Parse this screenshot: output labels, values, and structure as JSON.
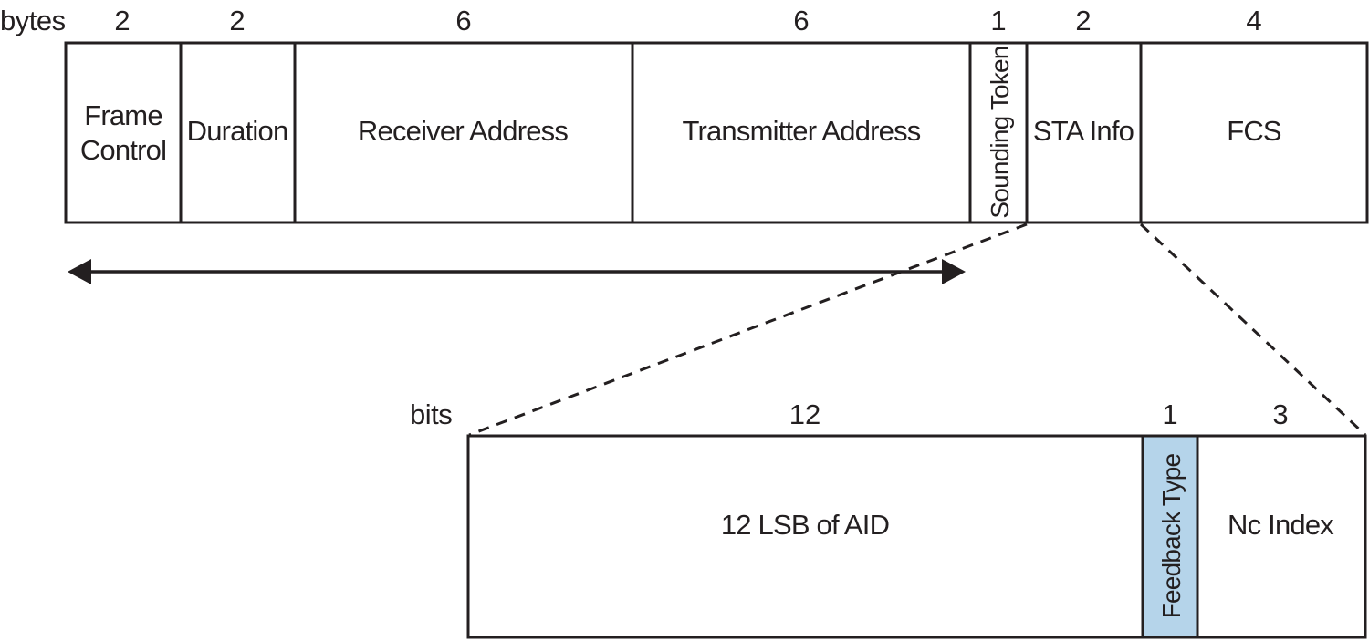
{
  "frame": {
    "unit": "bytes",
    "fields": [
      {
        "size": "2",
        "label_lines": [
          "Frame",
          "Control"
        ]
      },
      {
        "size": "2",
        "label_lines": [
          "Duration"
        ]
      },
      {
        "size": "6",
        "label_lines": [
          "Receiver Address"
        ]
      },
      {
        "size": "6",
        "label_lines": [
          "Transmitter Address"
        ]
      },
      {
        "size": "1",
        "label_lines": [
          "Sounding Token"
        ]
      },
      {
        "size": "2",
        "label_lines": [
          "STA Info"
        ]
      },
      {
        "size": "4",
        "label_lines": [
          "FCS"
        ]
      }
    ]
  },
  "sta_info": {
    "unit": "bits",
    "fields": [
      {
        "size": "12",
        "label_lines": [
          "12 LSB of AID"
        ]
      },
      {
        "size": "1",
        "label_lines": [
          "Feedback Type"
        ]
      },
      {
        "size": "3",
        "label_lines": [
          "Nc Index"
        ]
      }
    ]
  },
  "colors": {
    "line": "#231f20",
    "highlight": "#b5d4ea"
  }
}
